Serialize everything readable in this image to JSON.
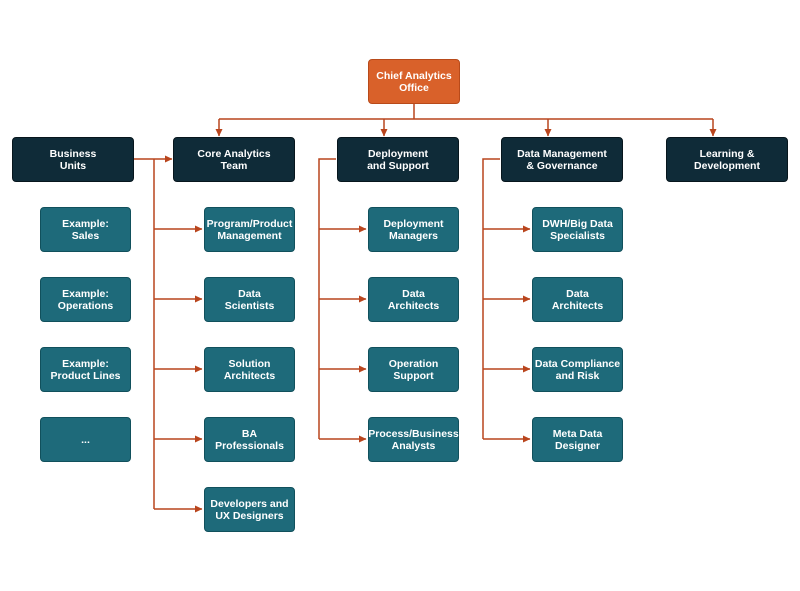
{
  "colors": {
    "root_fill": "#d9612a",
    "header_fill": "#0f2b38",
    "child_fill": "#1e6a7a",
    "connector": "#b9451d"
  },
  "root": {
    "label": "Chief Analytics\nOffice"
  },
  "columns": [
    {
      "header": "Business\nUnits",
      "items": [
        "Example:\nSales",
        "Example:\nOperations",
        "Example:\nProduct Lines",
        "..."
      ]
    },
    {
      "header": "Core Analytics\nTeam",
      "items": [
        "Program/Product\nManagement",
        "Data\nScientists",
        "Solution\nArchitects",
        "BA\nProfessionals",
        "Developers and\nUX Designers"
      ]
    },
    {
      "header": "Deployment\nand Support",
      "items": [
        "Deployment\nManagers",
        "Data\nArchitects",
        "Operation\nSupport",
        "Process/Business\nAnalysts"
      ]
    },
    {
      "header": "Data Management\n& Governance",
      "items": [
        "DWH/Big Data\nSpecialists",
        "Data\nArchitects",
        "Data Compliance\nand Risk",
        "Meta Data\nDesigner"
      ]
    },
    {
      "header": "Learning &\nDevelopment",
      "items": []
    }
  ]
}
